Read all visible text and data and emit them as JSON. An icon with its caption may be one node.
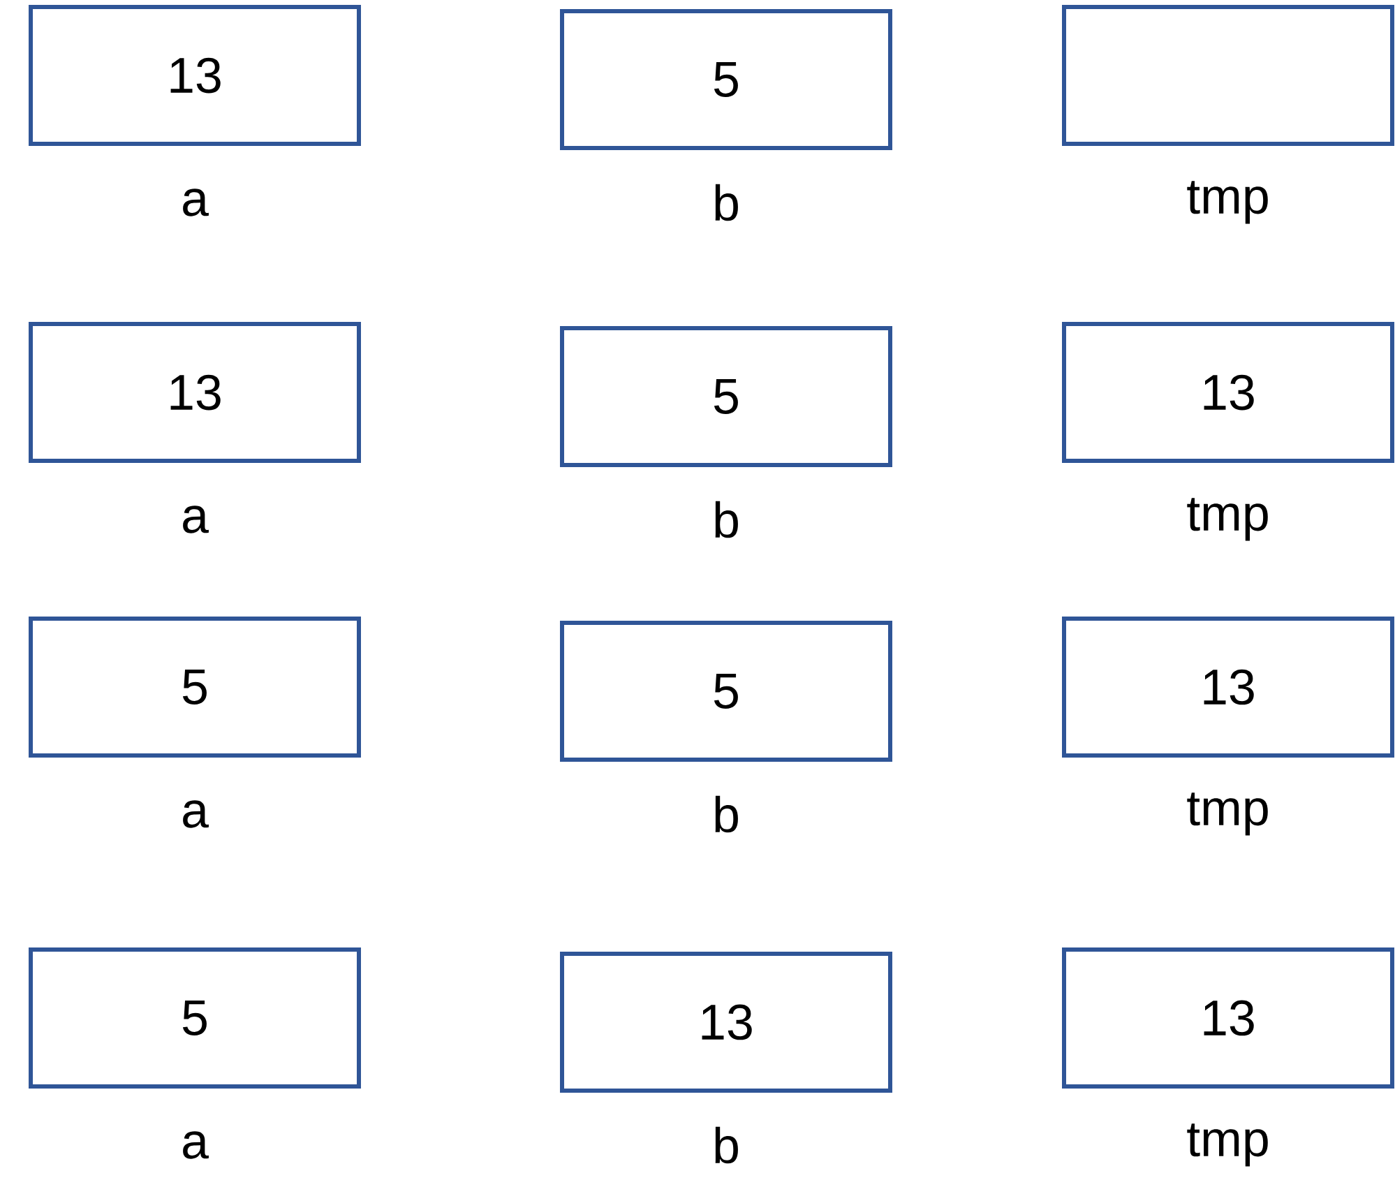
{
  "diagram": {
    "nodes": [
      {
        "text": [
          "13"
        ],
        "beside": [
          "a"
        ]
      },
      {
        "text": [
          "5"
        ],
        "beside": [
          "b"
        ]
      },
      {
        "text": [],
        "shape": "box",
        "beside": [
          "tmp"
        ]
      },
      {
        "text": [
          "13"
        ],
        "beside": [
          "a"
        ]
      },
      {
        "text": [
          "5"
        ],
        "beside": [
          "b"
        ]
      },
      {
        "text": [
          "13"
        ],
        "beside": [
          "tmp"
        ]
      },
      {
        "text": [
          "5"
        ],
        "beside": [
          "a"
        ]
      },
      {
        "text": [
          "5"
        ],
        "beside": [
          "b"
        ]
      },
      {
        "text": [
          "13"
        ],
        "beside": [
          "tmp"
        ]
      },
      {
        "text": [
          "5"
        ],
        "beside": [
          "a"
        ]
      },
      {
        "text": [
          "13"
        ],
        "beside": [
          "b"
        ]
      },
      {
        "text": [
          "13"
        ],
        "beside": [
          "tmp"
        ]
      }
    ]
  }
}
